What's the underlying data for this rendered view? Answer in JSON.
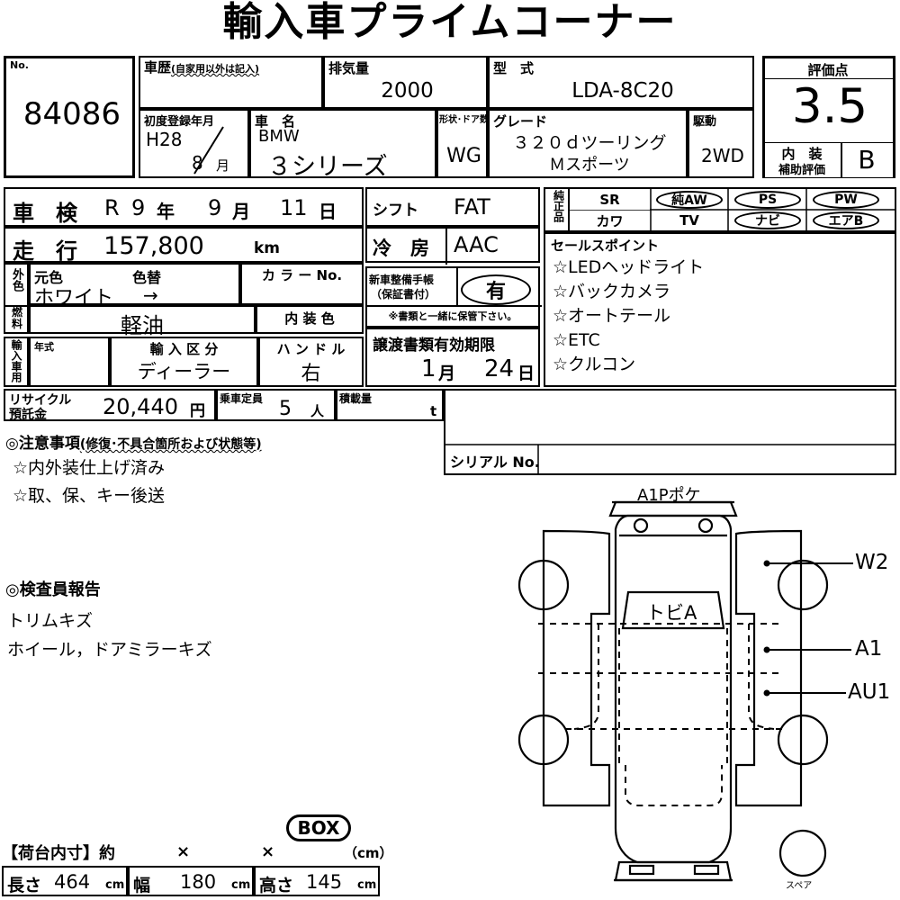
{
  "title": "輸入車プライムコーナー",
  "header": {
    "no_label": "No.",
    "no_value": "84086",
    "history_label": "車歴",
    "history_note": "(自家用以外は記入)",
    "history_value": "",
    "displacement_label": "排気量",
    "displacement_value": "2000",
    "model_code_label": "型　式",
    "model_code_value": "LDA-8C20",
    "first_reg_label": "初度登録年月",
    "first_reg_year": "H28",
    "first_reg_month": "8",
    "first_reg_month_unit": "月",
    "car_name_label": "車　名",
    "maker": "BMW",
    "model": "３シリーズ",
    "body_doors_label": "形状･ドア数",
    "body_doors_value": "WG",
    "grade_label": "グレード",
    "grade_value1": "３２０ｄツーリング",
    "grade_value2": "Ｍスポーツ",
    "drive_label": "駆動",
    "drive_value": "2WD",
    "rating_label": "評価点",
    "rating_value": "3.5",
    "interior_label1": "内　装",
    "interior_label2": "補助評価",
    "interior_value": "B"
  },
  "left": {
    "shaken_label": "車　検",
    "shaken_era": "R",
    "shaken_year": "9",
    "shaken_year_unit": "年",
    "shaken_month": "9",
    "shaken_month_unit": "月",
    "shaken_day": "11",
    "shaken_day_unit": "日",
    "mileage_label": "走　行",
    "mileage_value": "157,800",
    "mileage_unit": "km",
    "exterior_label": "外色",
    "orig_color_label": "元色",
    "orig_color_value": "ホワイト",
    "repaint_label": "色替",
    "repaint_arrow": "→",
    "color_no_label": "カ ラ ー No.",
    "color_no_value": "",
    "fuel_label": "燃料",
    "fuel_value": "軽油",
    "interior_color_label": "内 装 色",
    "interior_color_value": "",
    "import_label": "輸入車用",
    "year_model_label": "年式",
    "year_model_value": "",
    "import_class_label": "輸 入 区 分",
    "import_class_value": "ディーラー",
    "handle_label": "ハ ン ド ル",
    "handle_value": "右",
    "recycle_label1": "リサイクル",
    "recycle_label2": "預託金",
    "recycle_value": "20,440",
    "recycle_unit": "円",
    "capacity_label": "乗車定員",
    "capacity_value": "5",
    "capacity_unit": "人",
    "load_label": "積載量",
    "load_value": "",
    "load_unit": "t"
  },
  "mid": {
    "shift_label": "シフト",
    "shift_value": "FAT",
    "ac_label": "冷　房",
    "ac_value": "AAC",
    "manual_label1": "新車整備手帳",
    "manual_label2": "（保証書付）",
    "manual_value": "有",
    "manual_note": "※書類と一緒に保管下さい。",
    "transfer_label": "譲渡書類有効期限",
    "transfer_month": "1",
    "transfer_month_unit": "月",
    "transfer_day": "24",
    "transfer_day_unit": "日",
    "serial_label": "シリアル No."
  },
  "equipment": {
    "genuine_label": "純正品",
    "items": [
      {
        "label": "SR",
        "circled": false
      },
      {
        "label": "純AW",
        "circled": true
      },
      {
        "label": "PS",
        "circled": true
      },
      {
        "label": "PW",
        "circled": true
      },
      {
        "label": "カワ",
        "circled": false
      },
      {
        "label": "TV",
        "circled": false
      },
      {
        "label": "ナビ",
        "circled": true
      },
      {
        "label": "エアB",
        "circled": true
      }
    ]
  },
  "sales_point": {
    "heading": "セールスポイント",
    "items": [
      "☆LEDヘッドライト",
      "☆バックカメラ",
      "☆オートテール",
      "☆ETC",
      "☆クルコン"
    ]
  },
  "notes": {
    "heading": "◎注意事項",
    "heading_sub": "(修復･不具合箇所および状態等)",
    "lines": [
      "☆内外装仕上げ済み",
      "☆取、保、キー後送"
    ]
  },
  "inspector": {
    "heading": "◎検査員報告",
    "lines": [
      "トリムキズ",
      "ホイール，ドアミラーキズ"
    ]
  },
  "diagram": {
    "top_label": "A1Pポケ",
    "windshield_label": "トビA",
    "spare_label": "スペア",
    "markers": [
      {
        "code": "W2"
      },
      {
        "code": "A1"
      },
      {
        "code": "AU1"
      }
    ]
  },
  "dimensions": {
    "heading": "【荷台内寸】約",
    "times1": "×",
    "times2": "×",
    "unit_note": "（cm）",
    "box_badge": "BOX",
    "length_label": "長さ",
    "length_value": "464",
    "length_unit": "cm",
    "width_label": "幅",
    "width_value": "180",
    "width_unit": "cm",
    "height_label": "高さ",
    "height_value": "145",
    "height_unit": "cm"
  }
}
